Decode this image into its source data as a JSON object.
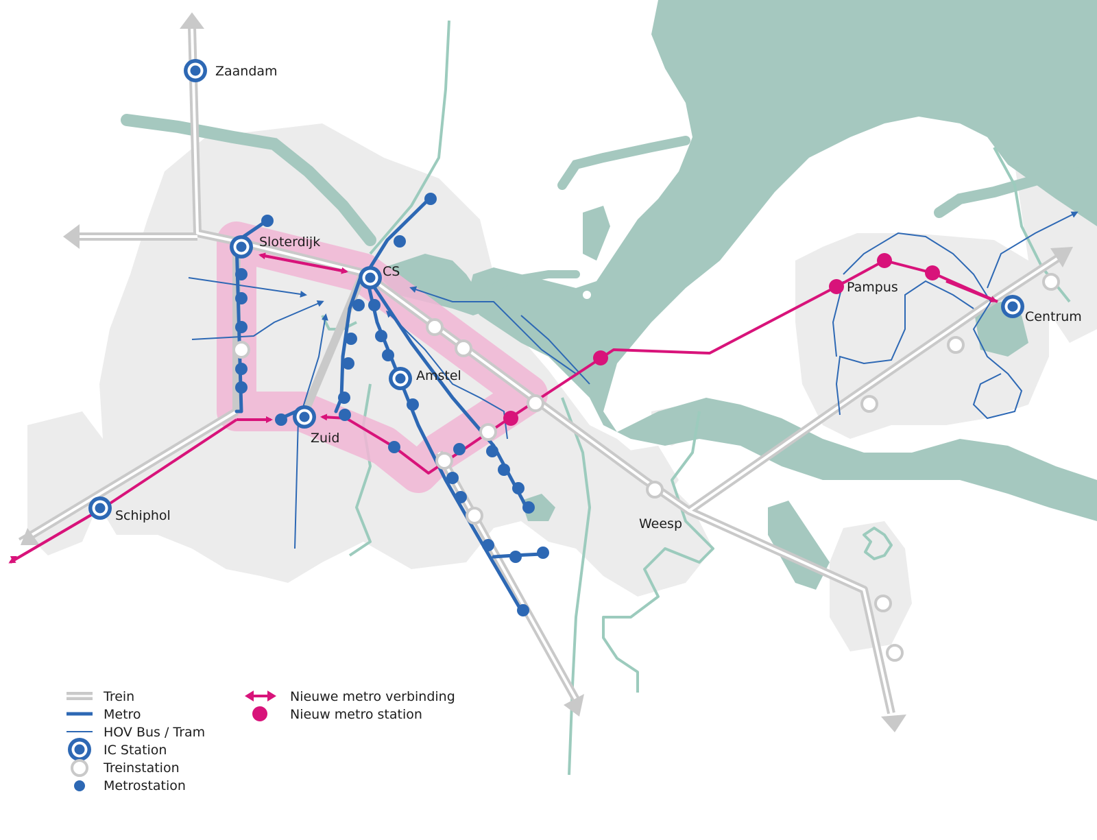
{
  "colors": {
    "background": "#ffffff",
    "land": "#ececec",
    "water": "#a5c8bf",
    "river": "#9ccbbd",
    "train": "#c9c9c9",
    "metro": "#2d68b4",
    "bus": "#2d68b4",
    "new_metro": "#d8137a",
    "ring_highlight": "#f1b6d5"
  },
  "stations": {
    "zaandam": "Zaandam",
    "sloterdijk": "Sloterdijk",
    "cs": "CS",
    "amstel": "Amstel",
    "zuid": "Zuid",
    "schiphol": "Schiphol",
    "pampus": "Pampus",
    "centrum": "Centrum",
    "weesp": "Weesp"
  },
  "legend": {
    "train": "Trein",
    "metro": "Metro",
    "bus": "HOV Bus / Tram",
    "ic_station": "IC Station",
    "train_station": "Treinstation",
    "metro_station": "Metrostation",
    "new_connection": "Nieuwe metro verbinding",
    "new_station": "Nieuw metro station"
  }
}
